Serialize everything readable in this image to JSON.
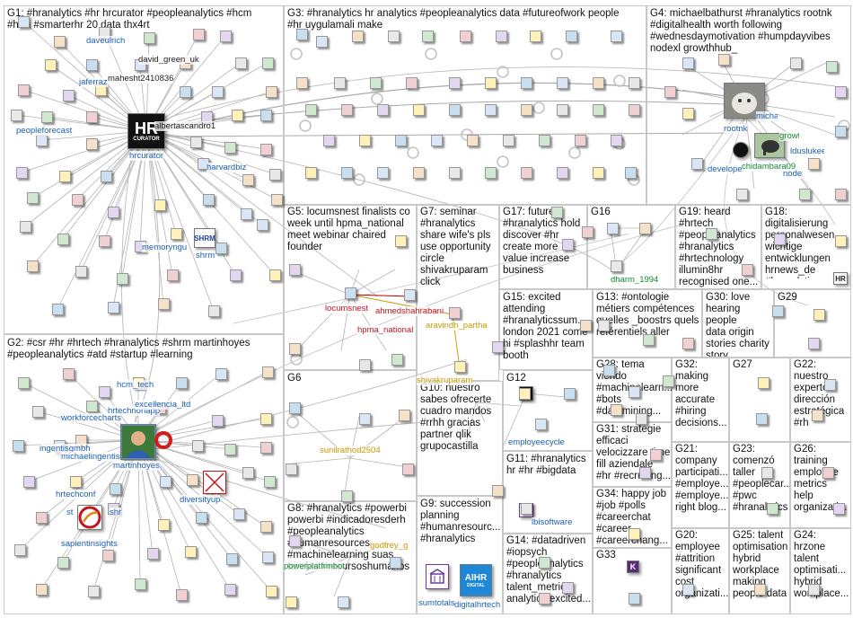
{
  "groups": [
    {
      "id": "G1",
      "text": "G1: #hranalytics #hr hrcurator #peopleanalytics #hcm\n#hrm #smarterhr 20 data thx4rt"
    },
    {
      "id": "G2",
      "text": "G2: #csr #hr #hrtech #hranalytics #shrm martinhoyes\n#peopleanalytics #atd #startup #learning"
    },
    {
      "id": "G3",
      "text": "G3: #hranalytics hr analytics #peopleanalytics data #futureofwork people\n#hr uygulamali make"
    },
    {
      "id": "G4",
      "text": "G4: michaelbathurst #hranalytics rootnk\n#digitalhealth worth following\n#wednesdaymotivation #humpdayvibes\nnodexl growthhub_"
    },
    {
      "id": "G5",
      "text": "G5: locumsnest finalists co\nweek until hpma_national\nmeet webinar chaired\nfounder"
    },
    {
      "id": "G6",
      "text": "G6"
    },
    {
      "id": "G7",
      "text": "G7: seminar\n#hranalytics\nshare wife's pls\nuse opportunity\ncircle\nshivakruparam\nclick"
    },
    {
      "id": "G8",
      "text": "G8: #hranalytics #powerbi\npowerbi #indicadoresderh\n#peopleanalytics\n#humanresources\n#machinelearning suas\ntarefas #recursoshumanos"
    },
    {
      "id": "G9",
      "text": "G9: succession\nplanning\n#humanresourc...\n#hranalytics"
    },
    {
      "id": "G10",
      "text": "G10: nuestro\nsabes ofrecerte\ncuadro mandos\n#rrhh gracias\npartner qlik\ngrupocastilla"
    },
    {
      "id": "G11",
      "text": "G11: #hranalytics\nhr #hr #bigdata"
    },
    {
      "id": "G12",
      "text": "G12"
    },
    {
      "id": "G13",
      "text": "G13: #ontologie\nmétiers compétences\nquelles _boostrs quels\nréférentiels aller"
    },
    {
      "id": "G14",
      "text": "G14: #datadriven\n#iopsych\n#peopleanalytics\n#hranalytics\ntalent_metrics\nanalytics excited..."
    },
    {
      "id": "G15",
      "text": "G15: excited\nattending\n#hranalyticssum...\nlondon 2021 come\nhi #splashhr team\nbooth"
    },
    {
      "id": "G16",
      "text": "G16"
    },
    {
      "id": "G17",
      "text": "G17: future\n#hranalytics hold\ndiscover #hr\ncreate more\nvalue increase\nbusiness"
    },
    {
      "id": "G18",
      "text": "G18:\ndigitalisierung\npersonalwesen\nwichtige\nentwicklungen\nhrnews_de\n#hranalytics..."
    },
    {
      "id": "G19",
      "text": "G19: heard\n#hrtech\n#peopleanalytics\n#hranalytics\n#hrtechnology\nillumin8hr\nrecognised one..."
    },
    {
      "id": "G20",
      "text": "G20:\nemployee\n#attrition\nsignificant\ncost\norganizati..."
    },
    {
      "id": "G21",
      "text": "G21:\ncompany\nparticipati...\n#employe...\n#employe...\nright blog..."
    },
    {
      "id": "G22",
      "text": "G22:\nnuestro\nexperto\ndirección\nestratégica\n#rh"
    },
    {
      "id": "G23",
      "text": "G23:\ncomenzó\ntaller\n#peoplecar...\n#pwc\n#hranalytics"
    },
    {
      "id": "G24",
      "text": "G24:\nhrzone\ntalent\noptimisati...\nhybrid\nworkplace..."
    },
    {
      "id": "G25",
      "text": "G25: talent\noptimisation\nhybrid\nworkplace\nmaking\npeople data"
    },
    {
      "id": "G26",
      "text": "G26:\ntraining\nemployee\nmetrics\nhelp\norganizati..."
    },
    {
      "id": "G27",
      "text": "G27"
    },
    {
      "id": "G28",
      "text": "G28: tema\nviendo\n#machinelearn...\n#bots\n#datamining..."
    },
    {
      "id": "G29",
      "text": "G29"
    },
    {
      "id": "G30",
      "text": "G30: love\nhearing people\ndata origin\nstories charity\nstory..."
    },
    {
      "id": "G31",
      "text": "G31: strategie\nefficaci\nvelocizzare time\nfill aziendale\n#hr #recruiting..."
    },
    {
      "id": "G32",
      "text": "G32:\nmaking\nmore\naccurate\n#hiring\ndecisions..."
    },
    {
      "id": "G33",
      "text": "G33"
    },
    {
      "id": "G34",
      "text": "G34: happy job\n#job #polls\n#careerchat\n#career\n#careerchang..."
    }
  ],
  "labels": [
    {
      "id": "daveulrich",
      "text": "daveulrich"
    },
    {
      "id": "david_green_uk",
      "text": "david_green_uk"
    },
    {
      "id": "jaferraz",
      "text": "jaferraz"
    },
    {
      "id": "mahesht2410836",
      "text": "mahesht2410836"
    },
    {
      "id": "peopleforecast",
      "text": "peopleforecast"
    },
    {
      "id": "hrcurator",
      "text": "hrcurator"
    },
    {
      "id": "albertascandro1",
      "text": "albertascandro1"
    },
    {
      "id": "harvardbiz",
      "text": "harvardbiz"
    },
    {
      "id": "memoryngu",
      "text": "memoryngu"
    },
    {
      "id": "shrm",
      "text": "shrm"
    },
    {
      "id": "hcm_tech",
      "text": "hcm_tech"
    },
    {
      "id": "hrtechnonapp",
      "text": "hrtechnonapp"
    },
    {
      "id": "excellencia_ltd",
      "text": "excellencia_ltd"
    },
    {
      "id": "workforcecharts",
      "text": "workforcecharts"
    },
    {
      "id": "ingentisgmbh",
      "text": "ingentisgmbh"
    },
    {
      "id": "michaelingentis",
      "text": "michaelingentis"
    },
    {
      "id": "martinhoyes",
      "text": "martinhoyes"
    },
    {
      "id": "hrtechconf",
      "text": "hrtechconf"
    },
    {
      "id": "diversityup",
      "text": "diversityup"
    },
    {
      "id": "st_label",
      "text": "st"
    },
    {
      "id": "shr_label",
      "text": "shr"
    },
    {
      "id": "sapientinsights",
      "text": "sapientinsights"
    },
    {
      "id": "locumsnest",
      "text": "locumsnest"
    },
    {
      "id": "ahmedshahrabani",
      "text": "ahmedshahrabani"
    },
    {
      "id": "hpma_national",
      "text": "hpma_national"
    },
    {
      "id": "aravindh_partha",
      "text": "aravindh_partha"
    },
    {
      "id": "shivakruparam",
      "text": "shivakruparam"
    },
    {
      "id": "sunilrathod2504",
      "text": "sunilrathod2504"
    },
    {
      "id": "employeecycle",
      "text": "employeecycle"
    },
    {
      "id": "lbisoftware",
      "text": "lbisoftware"
    },
    {
      "id": "powerplatfrmbot",
      "text": "powerplatfrmbot"
    },
    {
      "id": "godfrey_g",
      "text": "godfrey_g"
    },
    {
      "id": "sumtotals",
      "text": "sumtotals"
    },
    {
      "id": "digitalhrtech",
      "text": "digitalhrtech"
    },
    {
      "id": "dharm_1994",
      "text": "dharm_1994"
    },
    {
      "id": "rootnk",
      "text": "rootnk"
    },
    {
      "id": "michaelbathurst",
      "text": "michaelbathurst"
    },
    {
      "id": "growthhub",
      "text": "growthhub"
    },
    {
      "id": "developer",
      "text": "develope"
    },
    {
      "id": "chidambara09",
      "text": "chidambara09"
    },
    {
      "id": "nodexl",
      "text": "nodexl"
    },
    {
      "id": "lduslukee",
      "text": "lduslukee"
    }
  ],
  "logos": {
    "hr_curator": {
      "line1": "HR",
      "line2": "CURATOR"
    },
    "shrm": {
      "text": "SHRM"
    },
    "aihr": {
      "line1": "AIHR",
      "line2": "DIGITAL"
    }
  },
  "colors": {
    "edge": "#b4b4b4",
    "group_border": "#c8c8c8",
    "label_blue": "#1a5fb4",
    "label_red": "#c0141c",
    "label_yellow": "#c89800",
    "label_green": "#0f8a2f"
  }
}
